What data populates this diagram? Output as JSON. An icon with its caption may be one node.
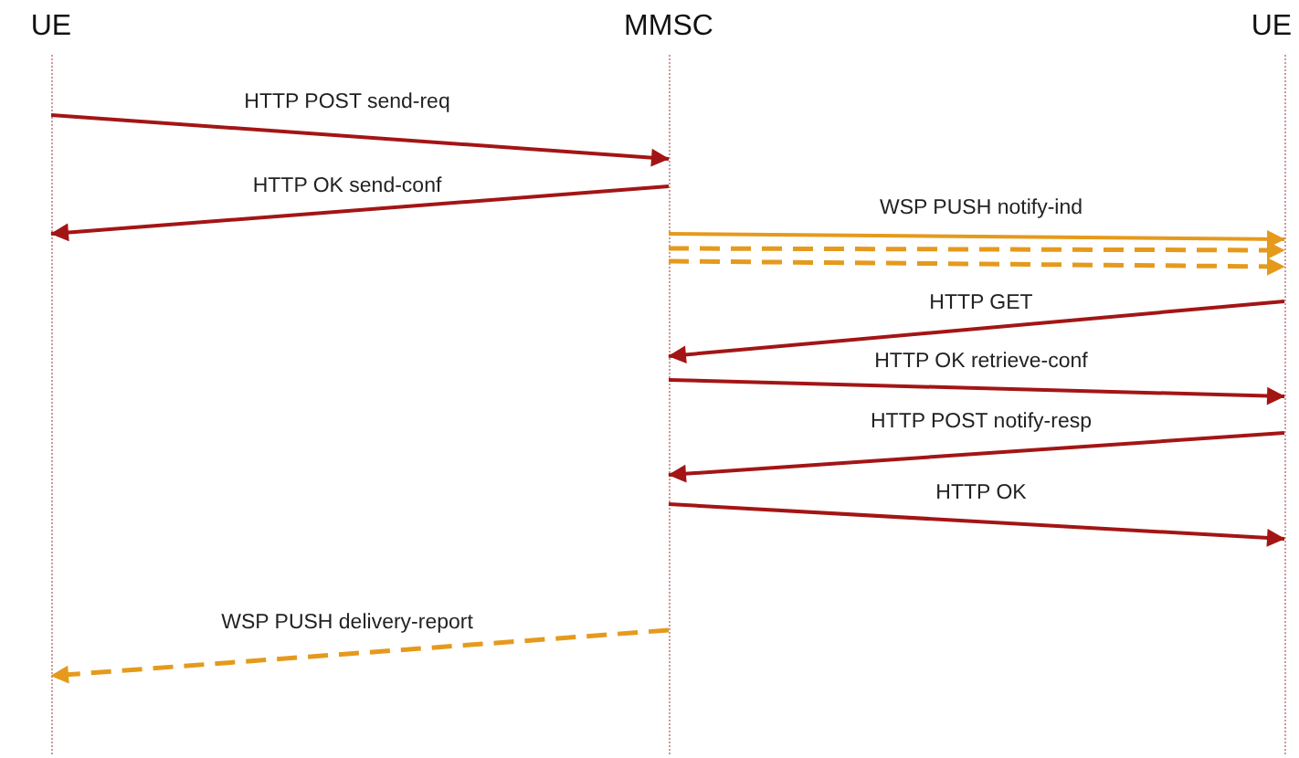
{
  "diagram": {
    "nodes": [
      {
        "text": [
          "UE"
        ]
      },
      {
        "text": [
          "MMSC"
        ]
      },
      {
        "text": [
          "UE"
        ]
      }
    ],
    "edges": [
      {
        "from": 0,
        "to": 1,
        "arrow": "to",
        "label": "HTTP POST send-req"
      },
      {
        "from": 1,
        "to": 0,
        "arrow": "to",
        "label": "HTTP OK send-conf"
      },
      {
        "from": 1,
        "to": 2,
        "arrow": "to",
        "label": "WSP PUSH notify-ind",
        "color": "#e59a1c"
      },
      {
        "from": 1,
        "to": 2,
        "arrow": "to",
        "style": "dashed",
        "color": "#e59a1c"
      },
      {
        "from": 1,
        "to": 2,
        "arrow": "to",
        "style": "dashed",
        "color": "#e59a1c"
      },
      {
        "from": 2,
        "to": 1,
        "arrow": "to",
        "label": "HTTP GET"
      },
      {
        "from": 1,
        "to": 2,
        "arrow": "to",
        "label": "HTTP OK retrieve-conf"
      },
      {
        "from": 2,
        "to": 1,
        "arrow": "to",
        "label": "HTTP POST notify-resp"
      },
      {
        "from": 1,
        "to": 2,
        "arrow": "to",
        "label": "HTTP OK"
      },
      {
        "from": 1,
        "to": 0,
        "arrow": "to",
        "label": "WSP PUSH delivery-report",
        "style": "dashed",
        "color": "#e59a1c"
      }
    ]
  }
}
